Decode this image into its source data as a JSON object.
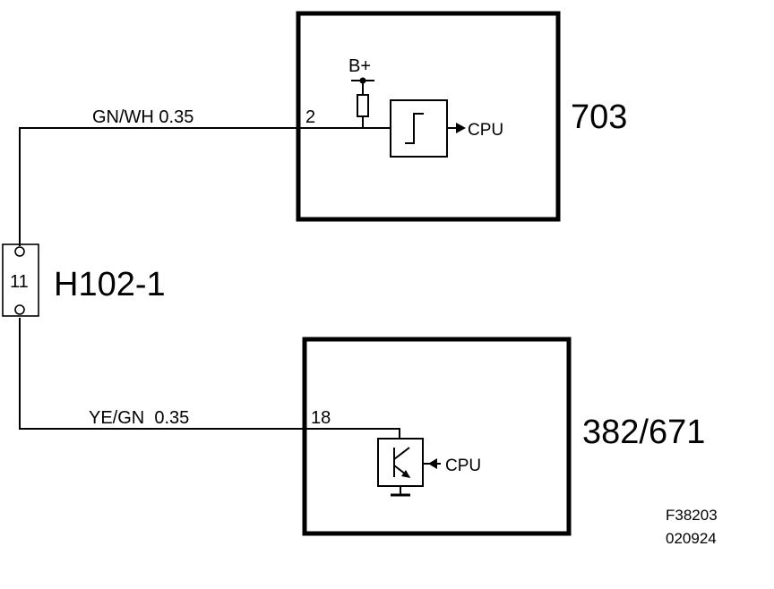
{
  "modules": {
    "top": {
      "id": "703",
      "pin": "2",
      "supply": "B+",
      "output": "CPU"
    },
    "bottom": {
      "id": "382/671",
      "pin": "18",
      "input": "CPU"
    }
  },
  "connector": {
    "id": "H102-1",
    "pin": "11"
  },
  "wires": {
    "top": "GN/WH 0.35",
    "bottom": "YE/GN  0.35"
  },
  "reference": {
    "code": "F38203",
    "date": "020924"
  },
  "icons": {
    "resistor": "resistor-icon",
    "schmitt": "schmitt-trigger-icon",
    "transistor": "transistor-switch-icon",
    "ground": "ground-icon"
  }
}
